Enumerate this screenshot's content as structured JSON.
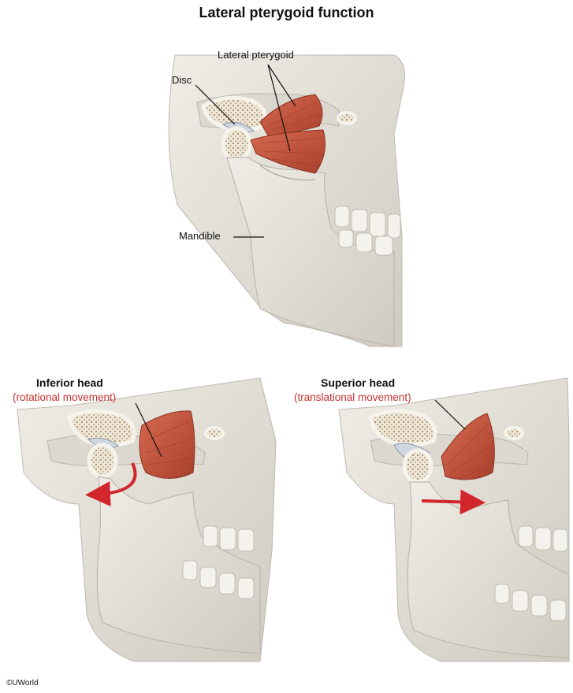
{
  "title": "Lateral pterygoid function",
  "top_panel": {
    "label_muscle": "Lateral pterygoid",
    "label_disc": "Disc",
    "label_mandible": "Mandible"
  },
  "left_panel": {
    "head": "Inferior head",
    "movement": "(rotational movement)"
  },
  "right_panel": {
    "head": "Superior head",
    "movement": "(translational movement)"
  },
  "copyright": "©UWorld",
  "colors": {
    "bone": "#e5e2da",
    "bone_shadow": "#c9c5bb",
    "muscle": "#c4553d",
    "arrow": "#d0262c",
    "marrow": "#a88e70"
  }
}
